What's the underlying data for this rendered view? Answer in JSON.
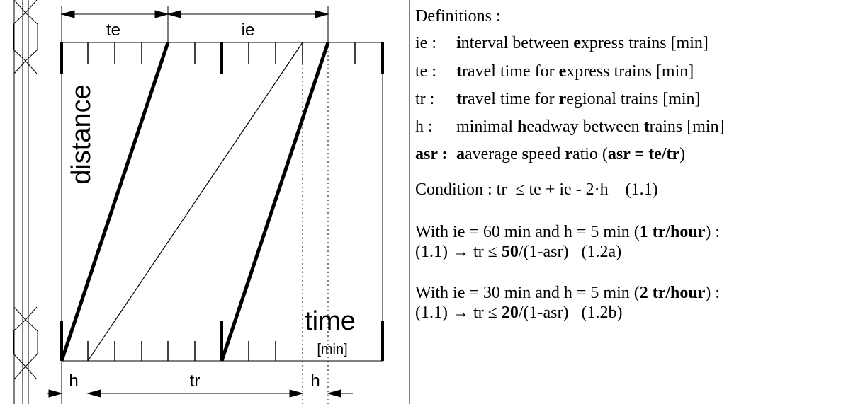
{
  "diagram": {
    "labels": {
      "te": "te",
      "ie": "ie",
      "distance": "distance",
      "time": "time",
      "time_unit": "[min]",
      "h_left": "h",
      "tr": "tr",
      "h_right": "h"
    }
  },
  "definitions": {
    "heading": "Definitions :",
    "items": [
      {
        "term": "ie :",
        "parts": [
          [
            "b",
            "i"
          ],
          [
            "",
            "nterval between "
          ],
          [
            "b",
            "e"
          ],
          [
            "",
            "xpress trains [min]"
          ]
        ]
      },
      {
        "term": "te :",
        "parts": [
          [
            "b",
            "t"
          ],
          [
            "",
            "ravel time for "
          ],
          [
            "b",
            "e"
          ],
          [
            "",
            "xpress trains [min]"
          ]
        ]
      },
      {
        "term": "tr :",
        "parts": [
          [
            "b",
            "t"
          ],
          [
            "",
            "ravel time for "
          ],
          [
            "b",
            "r"
          ],
          [
            "",
            "egional trains [min]"
          ]
        ]
      },
      {
        "term": "h :",
        "parts": [
          [
            "",
            "minimal "
          ],
          [
            "b",
            "h"
          ],
          [
            "",
            "eadway between "
          ],
          [
            "b",
            "t"
          ],
          [
            "",
            "rains [min]"
          ]
        ]
      },
      {
        "term": "asr :",
        "term_bold": true,
        "parts": [
          [
            "b",
            "a"
          ],
          [
            "",
            "average "
          ],
          [
            "b",
            "s"
          ],
          [
            "",
            "peed "
          ],
          [
            "b",
            "r"
          ],
          [
            "",
            "atio ("
          ],
          [
            "b",
            "asr = te/tr"
          ],
          [
            "",
            ")"
          ]
        ]
      }
    ],
    "condition": "Condition : tr  ≤ te + ie - 2·h    (1.1)",
    "case1": {
      "line1_parts": [
        [
          "",
          "With ie = 60 min and h = 5 min ("
        ],
        [
          "b",
          "1 tr/hour"
        ],
        [
          "",
          ") :"
        ]
      ],
      "line2_parts": [
        [
          "",
          "(1.1) → tr ≤ "
        ],
        [
          "b",
          "50"
        ],
        [
          "",
          "/(1-asr)   (1.2a)"
        ]
      ]
    },
    "case2": {
      "line1_parts": [
        [
          "",
          "With ie = 30 min and h = 5 min ("
        ],
        [
          "b",
          "2 tr/hour"
        ],
        [
          "",
          ") :"
        ]
      ],
      "line2_parts": [
        [
          "",
          "(1.1) → tr ≤ "
        ],
        [
          "b",
          "20"
        ],
        [
          "",
          "/(1-asr)   (1.2b)"
        ]
      ]
    }
  }
}
